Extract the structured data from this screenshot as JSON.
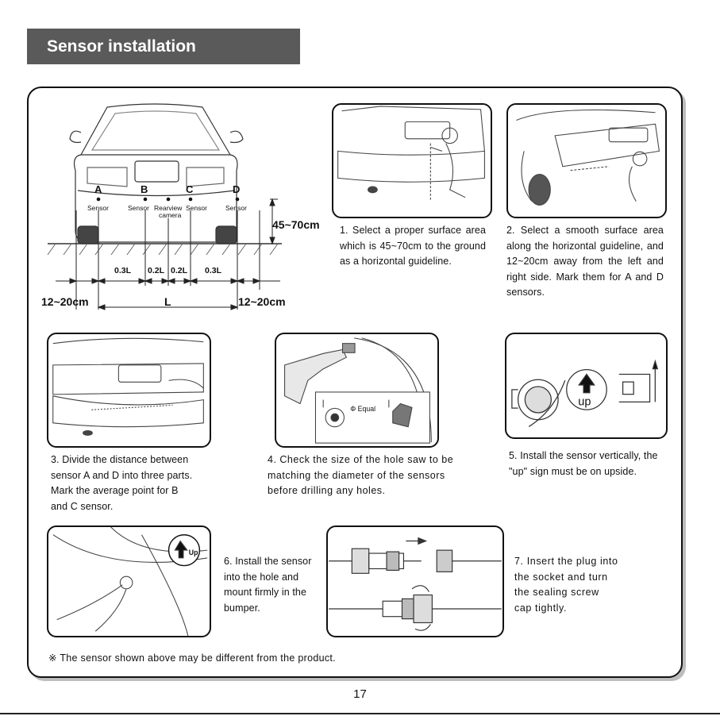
{
  "header": {
    "title": "Sensor installation"
  },
  "diagram": {
    "letters": [
      "A",
      "B",
      "C",
      "D"
    ],
    "sensor_label": "Sensor",
    "camera_label_1": "Rearview",
    "camera_label_2": "camera",
    "height_label": "45~70cm",
    "side_label_left": "12~20cm",
    "side_label_right": "12~20cm",
    "seg_1": "0.3L",
    "seg_2": "0.2L",
    "seg_3": "0.2L",
    "seg_4": "0.3L",
    "total_label": "L"
  },
  "steps": {
    "s1": "1. Select a proper surface area which is 45~70cm to the ground as a horizontal guideline.",
    "s2": "2. Select a smooth surface area along the horizontal guideline, and 12~20cm away from the left and right side. Mark them for A and D sensors.",
    "s3_lines": [
      "3. Divide the distance between",
      "sensor A and D into three parts.",
      "Mark the average point for B",
      "and C sensor."
    ],
    "s4_lines": [
      "4. Check the size of the hole saw to be",
      "matching the diameter of the sensors",
      "before drilling any holes."
    ],
    "s5_lines": [
      "5. Install the sensor vertically, the",
      "\"up\" sign must be on upside."
    ],
    "s6_lines": [
      "6. Install the sensor",
      "into the hole and",
      "mount firmly in the",
      "bumper."
    ],
    "s7_lines": [
      "7. Insert the plug into",
      "the socket and turn",
      "the sealing screw",
      "cap tightly."
    ]
  },
  "panel_labels": {
    "equal": "Φ Equal",
    "up": "up",
    "up_badge": "Up"
  },
  "note": "※ The sensor shown above may be different from the product.",
  "page_number": "17"
}
